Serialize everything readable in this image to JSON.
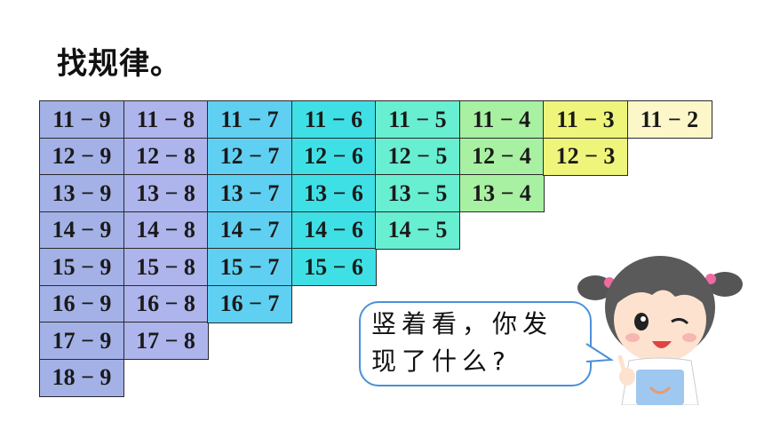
{
  "title": "找规律。",
  "columns": [
    {
      "color": "#a3b1e6",
      "items": [
        "11 − 9",
        "12 − 9",
        "13 − 9",
        "14 − 9",
        "15 − 9",
        "16 − 9",
        "17 − 9",
        "18 − 9"
      ]
    },
    {
      "color": "#aeb4ec",
      "items": [
        "11 − 8",
        "12 − 8",
        "13 − 8",
        "14 − 8",
        "15 − 8",
        "16 − 8",
        "17 − 8"
      ]
    },
    {
      "color": "#5fd0f2",
      "items": [
        "11 − 7",
        "12 − 7",
        "13 − 7",
        "14 − 7",
        "15 − 7",
        "16 − 7"
      ]
    },
    {
      "color": "#3ee0e5",
      "items": [
        "11 − 6",
        "12 − 6",
        "13 − 6",
        "14 − 6",
        "15 − 6"
      ]
    },
    {
      "color": "#68eed1",
      "items": [
        "11 − 5",
        "12 − 5",
        "13 − 5",
        "14 − 5"
      ]
    },
    {
      "color": "#a8f0a2",
      "items": [
        "11 − 4",
        "12 − 4",
        "13 − 4"
      ]
    },
    {
      "color": "#eef57a",
      "items": [
        "11 − 3",
        "12 − 3"
      ]
    },
    {
      "color": "#fbf7c8",
      "items": [
        "11 − 2"
      ]
    }
  ],
  "speech": {
    "line1": "竖着看，你发",
    "line2": "现了什么?"
  }
}
